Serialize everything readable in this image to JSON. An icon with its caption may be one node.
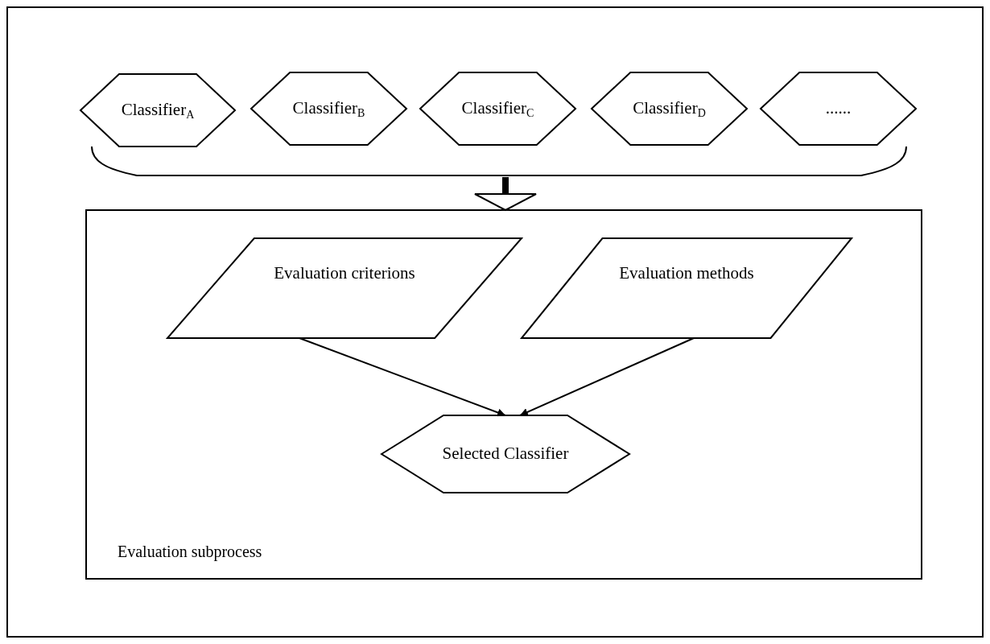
{
  "diagram": {
    "nodes": [
      {
        "text": [
          "Classifier$_{A}$"
        ]
      },
      {
        "text": [
          "Classifier$_{B}$"
        ]
      },
      {
        "text": [
          "Classifier$_{C}$"
        ]
      },
      {
        "text": [
          "Classifier$_{D}$"
        ]
      },
      {
        "text": [
          "......"
        ]
      },
      {
        "text": [],
        "shape": "brace"
      },
      {
        "text": [
          "Evaluation subprocess"
        ]
      },
      {
        "text": [
          "Evaluation criterions"
        ],
        "in": 6
      },
      {
        "text": [
          "Evaluation methods"
        ],
        "in": 6
      },
      {
        "text": [
          "Selected Classifier"
        ],
        "in": 6
      }
    ],
    "edges": [
      {
        "from": 5,
        "to": 6,
        "arrow": "to",
        "style": "thick"
      },
      {
        "from": 7,
        "to": 9,
        "arrow": "to"
      },
      {
        "from": 8,
        "to": 9,
        "arrow": "to"
      }
    ]
  }
}
